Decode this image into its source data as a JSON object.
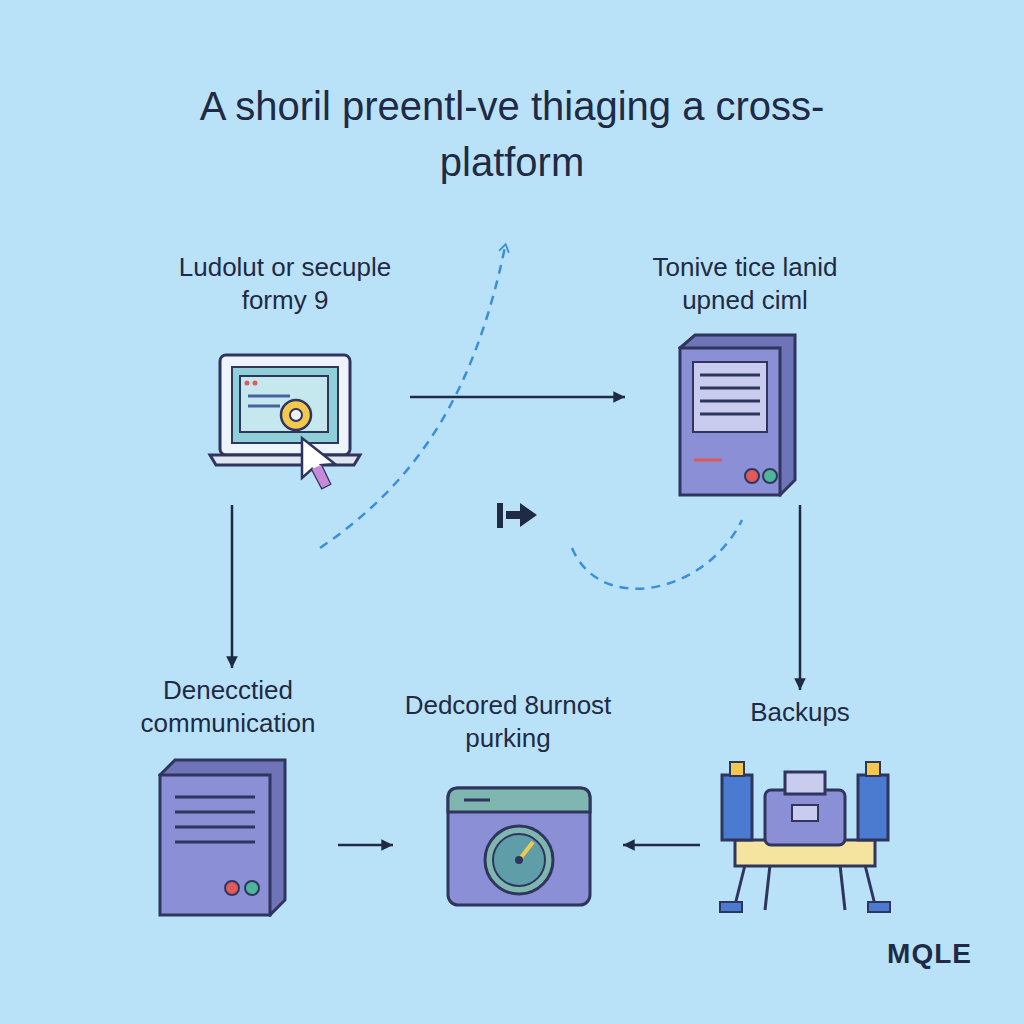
{
  "diagram": {
    "title": "A shoril preentl-ve thiaging a cross-platform",
    "nodes": [
      {
        "text": [
          "Ludolut or secuple formy 9"
        ]
      },
      {
        "text": [
          "Tonive tice lanid upned ciml"
        ]
      },
      {
        "text": [
          "Denecctied communication"
        ]
      },
      {
        "text": [
          "Dedcored 8urnost purking"
        ]
      },
      {
        "text": [
          "Backups"
        ]
      }
    ],
    "edges": [
      {
        "from": 0,
        "to": 1,
        "arrow": "to"
      },
      {
        "from": 0,
        "to": 2,
        "arrow": "to"
      },
      {
        "from": 1,
        "to": 4,
        "arrow": "to"
      },
      {
        "from": 2,
        "to": 3,
        "arrow": "to"
      },
      {
        "from": 4,
        "to": 3,
        "arrow": "to"
      }
    ],
    "labels": [
      "MQLE"
    ]
  }
}
